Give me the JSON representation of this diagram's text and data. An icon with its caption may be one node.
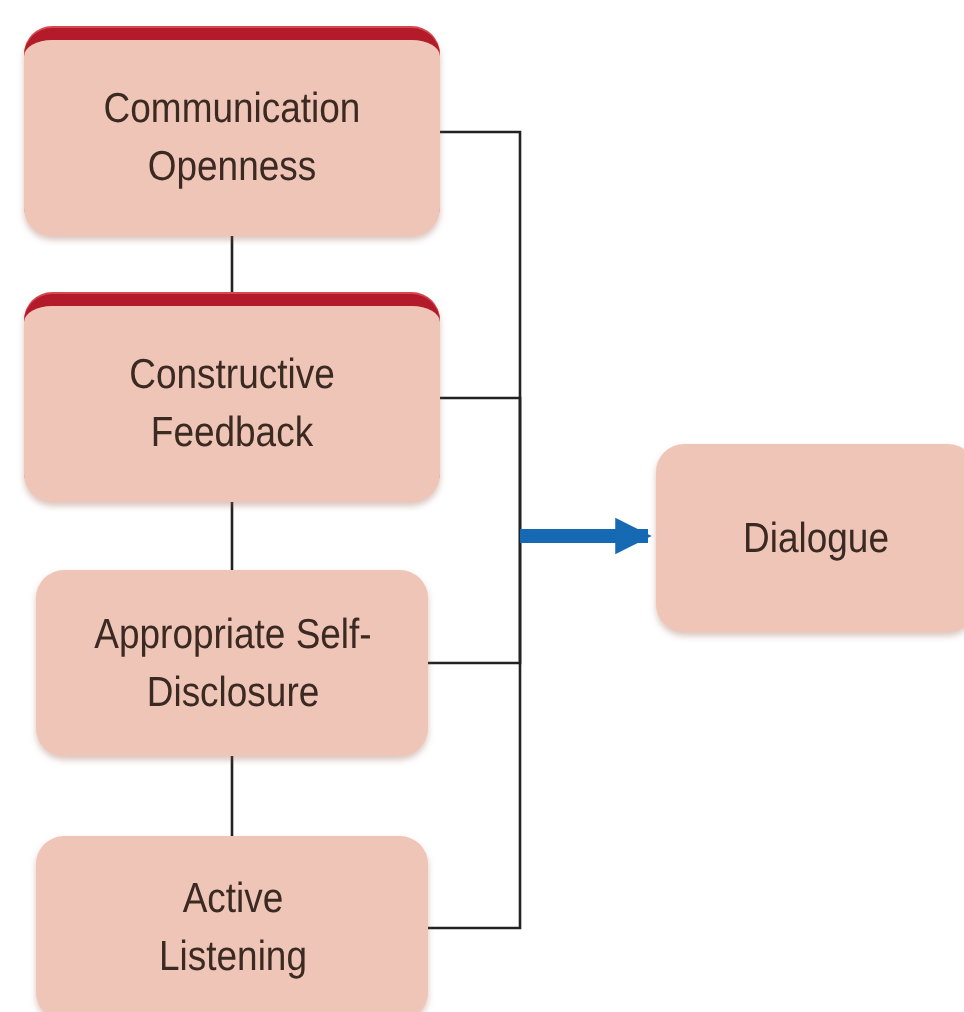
{
  "diagram": {
    "nodes": [
      {
        "text": [
          "Communication Openness"
        ]
      },
      {
        "text": [
          "Constructive Feedback"
        ]
      },
      {
        "text": [
          "Appropriate Self-Disclosure"
        ]
      },
      {
        "text": [
          "Active Listening"
        ]
      },
      {
        "text": [
          "Dialogue"
        ]
      }
    ],
    "edges": [
      {
        "from": 0,
        "to": 1,
        "arrow": "none"
      },
      {
        "from": 1,
        "to": 2,
        "arrow": "none"
      },
      {
        "from": 2,
        "to": 3,
        "arrow": "none"
      },
      {
        "from": 0,
        "to": 4,
        "arrow": "to"
      },
      {
        "from": 1,
        "to": 4,
        "arrow": "to"
      },
      {
        "from": 2,
        "to": 4,
        "arrow": "to"
      },
      {
        "from": 3,
        "to": 4,
        "arrow": "to"
      }
    ]
  }
}
